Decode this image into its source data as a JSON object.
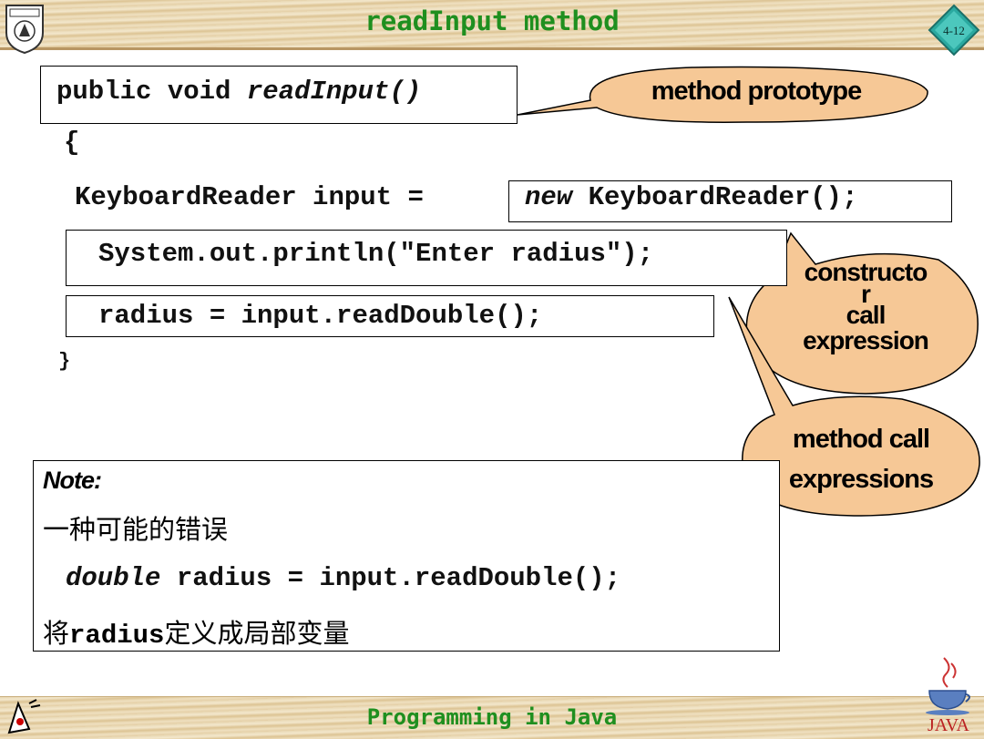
{
  "header": {
    "title": "readInput method",
    "slide_number": "4-12"
  },
  "footer": {
    "title": "Programming in Java",
    "logo_text": "JAVA"
  },
  "code": {
    "signature": "public void readInput()",
    "signature_keywords": "public void ",
    "signature_method": "readInput()",
    "open_brace": "{",
    "line1_left": "KeyboardReader input =",
    "line1_new": "new",
    "line1_right": " KeyboardReader();",
    "line2": "System.out.println(\"Enter radius\");",
    "line3": "radius = input.readDouble();",
    "close_brace": "}"
  },
  "callouts": {
    "prototype": "method prototype",
    "constructor_line1": "constructo",
    "constructor_line2": "r",
    "constructor_line3": "call",
    "constructor_line4": "expression",
    "method_call_line1": "method call",
    "method_call_line2": "expressions"
  },
  "note": {
    "label": "Note:",
    "line1": "一种可能的错误",
    "line2_type": "double",
    "line2_rest": " radius = input.readDouble();",
    "line3_var": "radius",
    "line3_prefix": "将",
    "line3_suffix": "定义成局部变量"
  },
  "colors": {
    "title_green": "#1f8f1f",
    "callout_fill": "#f6c896",
    "wood": "#e9d8b4"
  }
}
